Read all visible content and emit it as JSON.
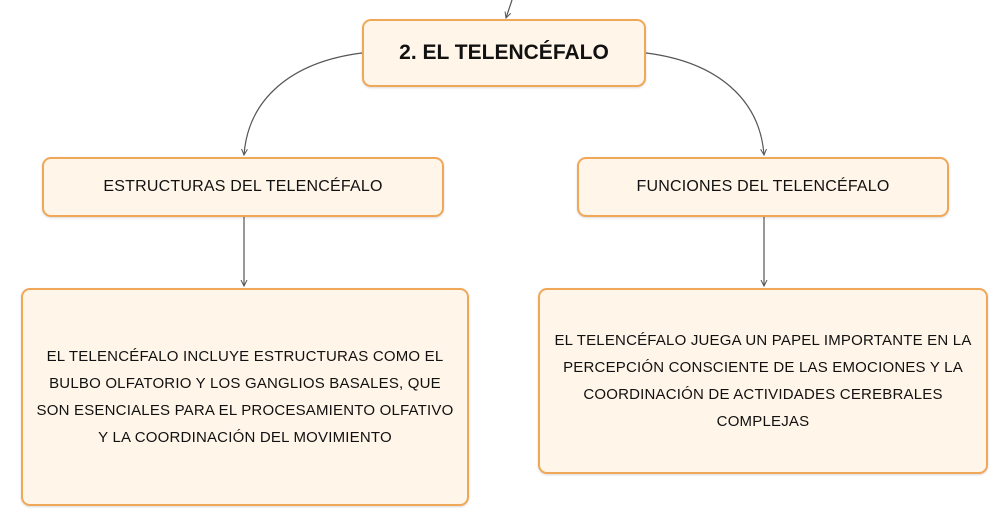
{
  "diagram": {
    "root": {
      "label": "2. EL TELENCÉFALO"
    },
    "branches": [
      {
        "label": "ESTRUCTURAS DEL TELENCÉFALO",
        "detail": "EL TELENCÉFALO INCLUYE ESTRUCTURAS COMO EL BULBO OLFATORIO Y LOS GANGLIOS BASALES, QUE SON ESENCIALES PARA EL PROCESAMIENTO OLFATIVO Y LA COORDINACIÓN DEL MOVIMIENTO"
      },
      {
        "label": "FUNCIONES DEL TELENCÉFALO",
        "detail": "EL TELENCÉFALO JUEGA UN PAPEL IMPORTANTE EN LA PERCEPCIÓN CONSCIENTE DE LAS EMOCIONES Y LA COORDINACIÓN DE ACTIVIDADES CEREBRALES COMPLEJAS"
      }
    ],
    "colors": {
      "node_border": "#f0a858",
      "node_fill": "#fff5e9",
      "connector": "#555555"
    }
  }
}
